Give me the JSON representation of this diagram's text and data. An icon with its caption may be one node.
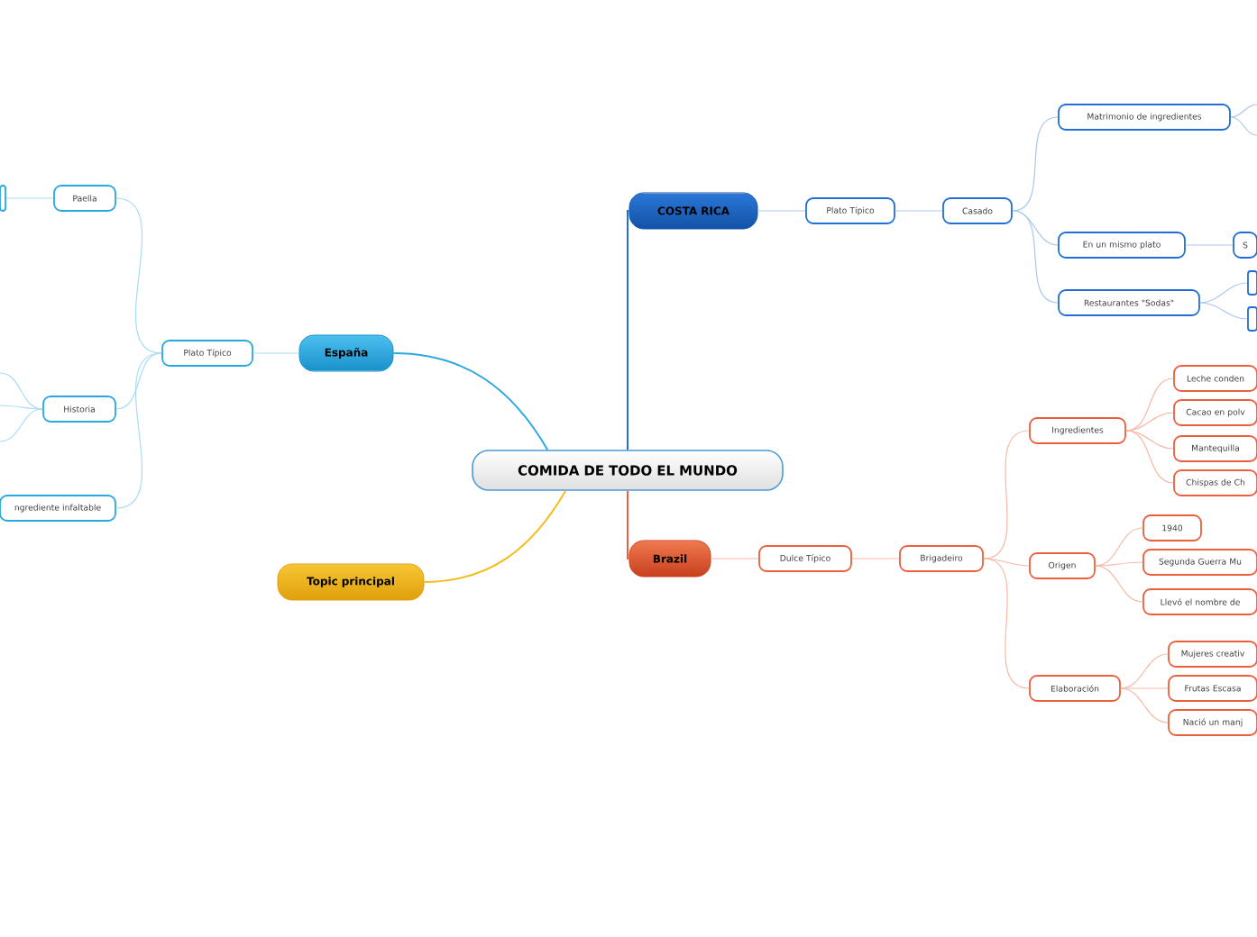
{
  "diagram": {
    "nodes": [
      {
        "text": [
          "COMIDA DE TODO EL MUNDO"
        ]
      },
      {
        "text": [
          "COSTA RICA"
        ]
      },
      {
        "text": [
          "Plato Típico"
        ]
      },
      {
        "text": [
          "Casado"
        ]
      },
      {
        "text": [
          "Matrimonio de ingredientes"
        ]
      },
      {
        "text": [
          "En un mismo plato"
        ]
      },
      {
        "text": [
          "S"
        ]
      },
      {
        "text": [
          "Restaurantes \"Sodas\""
        ]
      },
      {
        "text": [],
        "shape": "box"
      },
      {
        "text": [],
        "shape": "box"
      },
      {
        "text": [
          "Brazil"
        ]
      },
      {
        "text": [
          "Dulce Típico"
        ]
      },
      {
        "text": [
          "Brigadeiro"
        ]
      },
      {
        "text": [
          "Ingredientes"
        ]
      },
      {
        "text": [
          "Leche conden"
        ]
      },
      {
        "text": [
          "Cacao en polv"
        ]
      },
      {
        "text": [
          "Mantequilla"
        ]
      },
      {
        "text": [
          "Chispas de Ch"
        ]
      },
      {
        "text": [
          "Origen"
        ]
      },
      {
        "text": [
          "1940"
        ]
      },
      {
        "text": [
          "Segunda Guerra Mu"
        ]
      },
      {
        "text": [
          "Llevó el nombre de"
        ]
      },
      {
        "text": [
          "Elaboración"
        ]
      },
      {
        "text": [
          "Mujeres creativ"
        ]
      },
      {
        "text": [
          "Frutas Escasa"
        ]
      },
      {
        "text": [
          "Nació un manj"
        ]
      },
      {
        "text": [
          "España"
        ]
      },
      {
        "text": [
          "Plato Típico"
        ]
      },
      {
        "text": [
          "Paella"
        ]
      },
      {
        "text": [],
        "shape": "box"
      },
      {
        "text": [
          "Historia"
        ]
      },
      {
        "text": [
          "ngrediente infaltable"
        ]
      },
      {
        "text": [
          "Topic principal"
        ]
      }
    ],
    "edges": [
      {
        "from": 0,
        "to": 1,
        "arrow": "none",
        "color": "#1f6fd6"
      },
      {
        "from": 1,
        "to": 2,
        "arrow": "none",
        "color": "#a9c8f0"
      },
      {
        "from": 2,
        "to": 3,
        "arrow": "none",
        "color": "#a9c8f0"
      },
      {
        "from": 3,
        "to": 4,
        "arrow": "none",
        "color": "#a9c8f0"
      },
      {
        "from": 4,
        "to": null,
        "arrow": "none",
        "color": "#a9c8f0"
      },
      {
        "from": 4,
        "to": null,
        "arrow": "none",
        "color": "#a9c8f0"
      },
      {
        "from": 3,
        "to": 5,
        "arrow": "none",
        "color": "#a9c8f0"
      },
      {
        "from": 5,
        "to": 6,
        "arrow": "none",
        "color": "#a9c8f0"
      },
      {
        "from": 3,
        "to": 7,
        "arrow": "none",
        "color": "#a9c8f0"
      },
      {
        "from": 7,
        "to": 8,
        "arrow": "none",
        "color": "#a9c8f0"
      },
      {
        "from": 7,
        "to": 9,
        "arrow": "none",
        "color": "#a9c8f0"
      },
      {
        "from": 0,
        "to": 10,
        "arrow": "none",
        "color": "#e8603c"
      },
      {
        "from": 10,
        "to": 11,
        "arrow": "none",
        "color": "#f7b8a4"
      },
      {
        "from": 11,
        "to": 12,
        "arrow": "none",
        "color": "#f7b8a4"
      },
      {
        "from": 12,
        "to": 13,
        "arrow": "none",
        "color": "#f7b8a4"
      },
      {
        "from": 13,
        "to": 14,
        "arrow": "none",
        "color": "#f7b8a4"
      },
      {
        "from": 13,
        "to": 15,
        "arrow": "none",
        "color": "#f7b8a4"
      },
      {
        "from": 13,
        "to": 16,
        "arrow": "none",
        "color": "#f7b8a4"
      },
      {
        "from": 13,
        "to": 17,
        "arrow": "none",
        "color": "#f7b8a4"
      },
      {
        "from": 12,
        "to": 18,
        "arrow": "none",
        "color": "#f7b8a4"
      },
      {
        "from": 18,
        "to": 19,
        "arrow": "none",
        "color": "#f7b8a4"
      },
      {
        "from": 18,
        "to": 20,
        "arrow": "none",
        "color": "#f7b8a4"
      },
      {
        "from": 18,
        "to": 21,
        "arrow": "none",
        "color": "#f7b8a4"
      },
      {
        "from": 12,
        "to": 22,
        "arrow": "none",
        "color": "#f7b8a4"
      },
      {
        "from": 22,
        "to": 23,
        "arrow": "none",
        "color": "#f7b8a4"
      },
      {
        "from": 22,
        "to": 24,
        "arrow": "none",
        "color": "#f7b8a4"
      },
      {
        "from": 22,
        "to": 25,
        "arrow": "none",
        "color": "#f7b8a4"
      },
      {
        "from": 0,
        "to": 26,
        "arrow": "none",
        "color": "#29a8e0"
      },
      {
        "from": 26,
        "to": 27,
        "arrow": "none",
        "color": "#a8dcf3"
      },
      {
        "from": 27,
        "to": 28,
        "arrow": "none",
        "color": "#a8dcf3"
      },
      {
        "from": 28,
        "to": 29,
        "arrow": "none",
        "color": "#a8dcf3"
      },
      {
        "from": 27,
        "to": 30,
        "arrow": "none",
        "color": "#a8dcf3"
      },
      {
        "from": 30,
        "to": null,
        "arrow": "none",
        "color": "#a8dcf3"
      },
      {
        "from": 30,
        "to": null,
        "arrow": "none",
        "color": "#a8dcf3"
      },
      {
        "from": 30,
        "to": null,
        "arrow": "none",
        "color": "#a8dcf3"
      },
      {
        "from": 27,
        "to": 31,
        "arrow": "none",
        "color": "#a8dcf3"
      },
      {
        "from": 0,
        "to": 32,
        "arrow": "none",
        "color": "#f5bc1c"
      }
    ]
  }
}
